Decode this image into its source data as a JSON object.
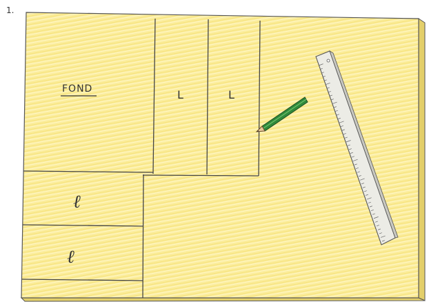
{
  "figure": {
    "step_number": "1.",
    "labels": {
      "fond": "FOND",
      "length_1": "L",
      "length_2": "L",
      "width_1": "ℓ",
      "width_2": "ℓ"
    },
    "objects": [
      "pencil-icon",
      "ruler-icon"
    ],
    "colors": {
      "board": "#fbed9c",
      "board_edge": "#c9b54a",
      "lines": "#444444",
      "pencil_body": "#2f8a3a",
      "pencil_tip": "#e8c99a",
      "ruler": "#e8e8e0"
    }
  }
}
